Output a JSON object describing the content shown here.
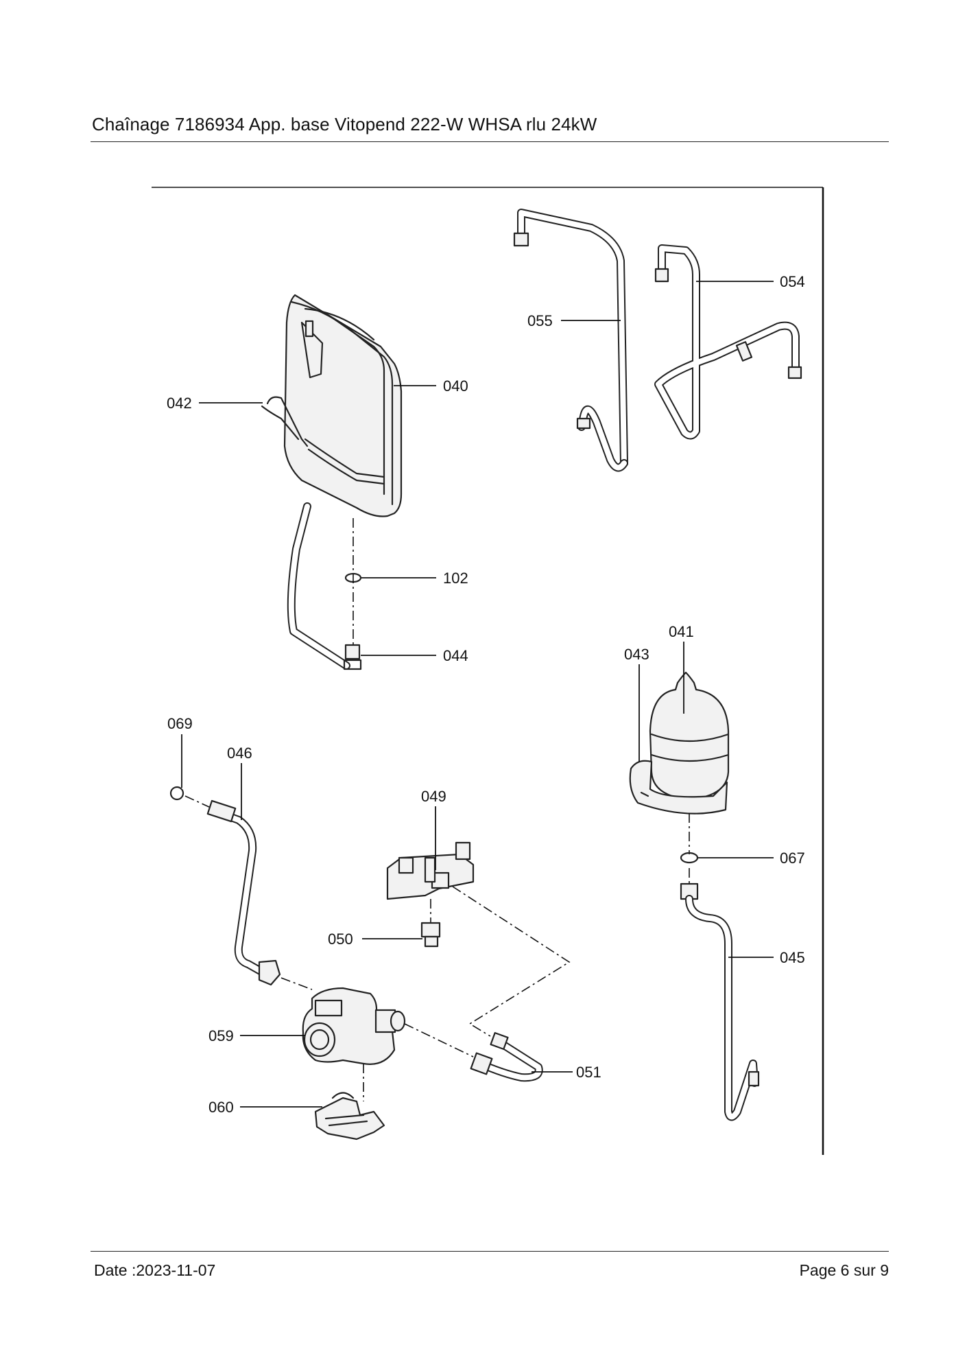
{
  "header": {
    "title": "Chaînage 7186934 App. base Vitopend 222-W WHSA rlu 24kW"
  },
  "footer": {
    "date": "Date :2023-11-07",
    "page": "Page 6 sur  9"
  },
  "diagram": {
    "labels": {
      "p040": "040",
      "p042": "042",
      "p102": "102",
      "p044": "044",
      "p055": "055",
      "p054": "054",
      "p041": "041",
      "p043": "043",
      "p067": "067",
      "p045": "045",
      "p069": "069",
      "p046": "046",
      "p049": "049",
      "p050": "050",
      "p059": "059",
      "p060": "060",
      "p051": "051"
    }
  }
}
